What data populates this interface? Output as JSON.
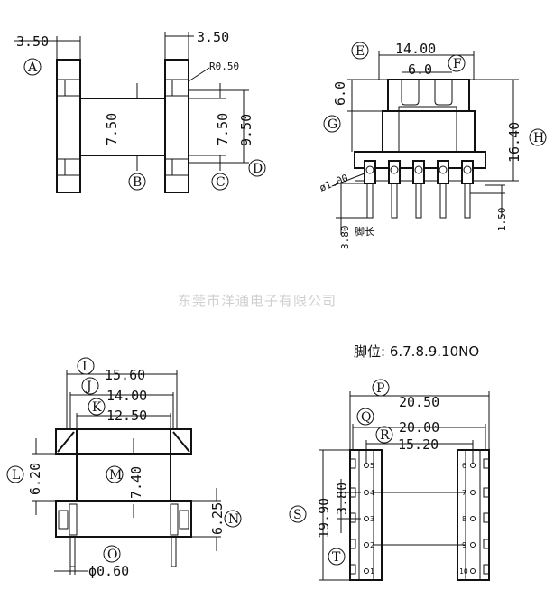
{
  "company": "东莞市洋通电子有限公司",
  "pin_info": "脚位: 6.7.8.9.10NO",
  "pin_length_label": "脚长",
  "views": {
    "side": {
      "dims": {
        "a": "3.50",
        "b": "3.50",
        "r": "R0.50",
        "m1": "7.50",
        "m2": "7.50",
        "m3": "9.50"
      },
      "markers": {
        "A": "A",
        "B": "B",
        "C": "C",
        "D": "D"
      }
    },
    "front": {
      "dims": {
        "w": "14.00",
        "w2": "6.0",
        "h1": "6.0",
        "h2": "16.40",
        "dia": "ø1.00",
        "pin": "3.80",
        "foot": "1.50"
      },
      "markers": {
        "E": "E",
        "F": "F",
        "G": "G",
        "H": "H"
      }
    },
    "end": {
      "dims": {
        "w1": "15.60",
        "w2": "14.00",
        "w3": "12.50",
        "h1": "6.20",
        "h2": "7.40",
        "h3": "6.25",
        "pin": "ϕ0.60"
      },
      "markers": {
        "I": "I",
        "J": "J",
        "K": "K",
        "L": "L",
        "M": "M",
        "N": "N",
        "O": "O"
      }
    },
    "bottom": {
      "dims": {
        "w1": "20.50",
        "w2": "20.00",
        "w3": "15.20",
        "h1": "19.90",
        "h2": "3.80"
      },
      "markers": {
        "P": "P",
        "Q": "Q",
        "R": "R",
        "S": "S",
        "T": "T"
      },
      "pins_left": [
        "5",
        "4",
        "3",
        "2",
        "1"
      ],
      "pins_right": [
        "6",
        "7",
        "8",
        "9",
        "10"
      ]
    }
  }
}
